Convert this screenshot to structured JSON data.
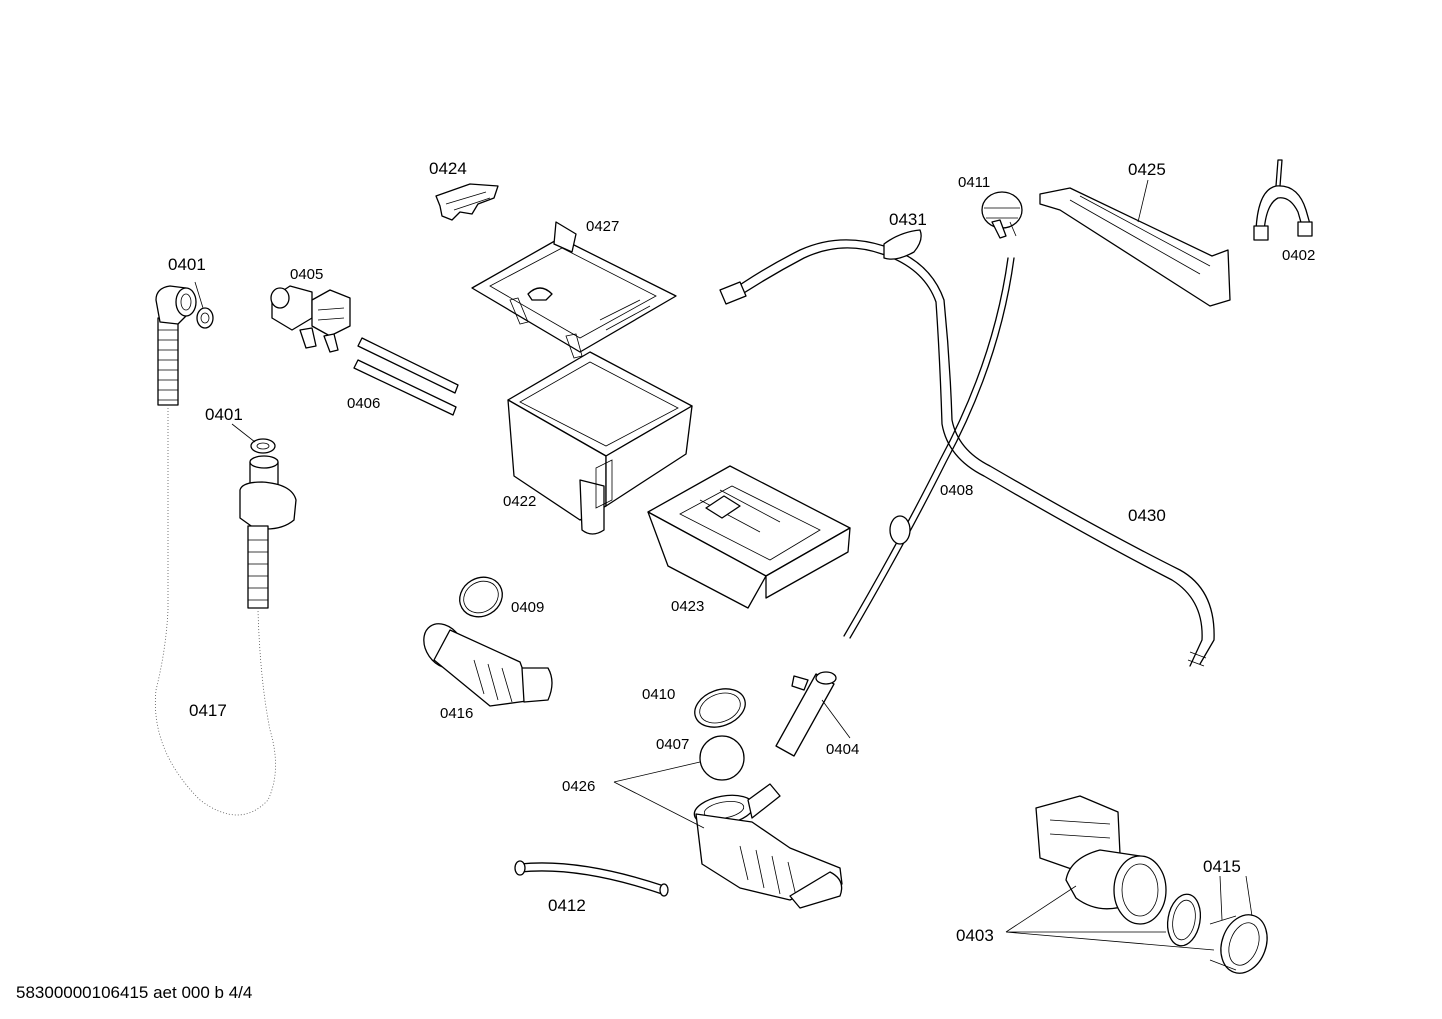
{
  "labels": {
    "p0401a": "0401",
    "p0401b": "0401",
    "p0402": "0402",
    "p0403": "0403",
    "p0404": "0404",
    "p0405": "0405",
    "p0406": "0406",
    "p0407": "0407",
    "p0408": "0408",
    "p0409": "0409",
    "p0410": "0410",
    "p0411": "0411",
    "p0412": "0412",
    "p0415": "0415",
    "p0416": "0416",
    "p0417": "0417",
    "p0422": "0422",
    "p0423": "0423",
    "p0424": "0424",
    "p0425": "0425",
    "p0426": "0426",
    "p0427": "0427",
    "p0430": "0430",
    "p0431": "0431"
  },
  "footer": "58300000106415 aet 000 b 4/4"
}
